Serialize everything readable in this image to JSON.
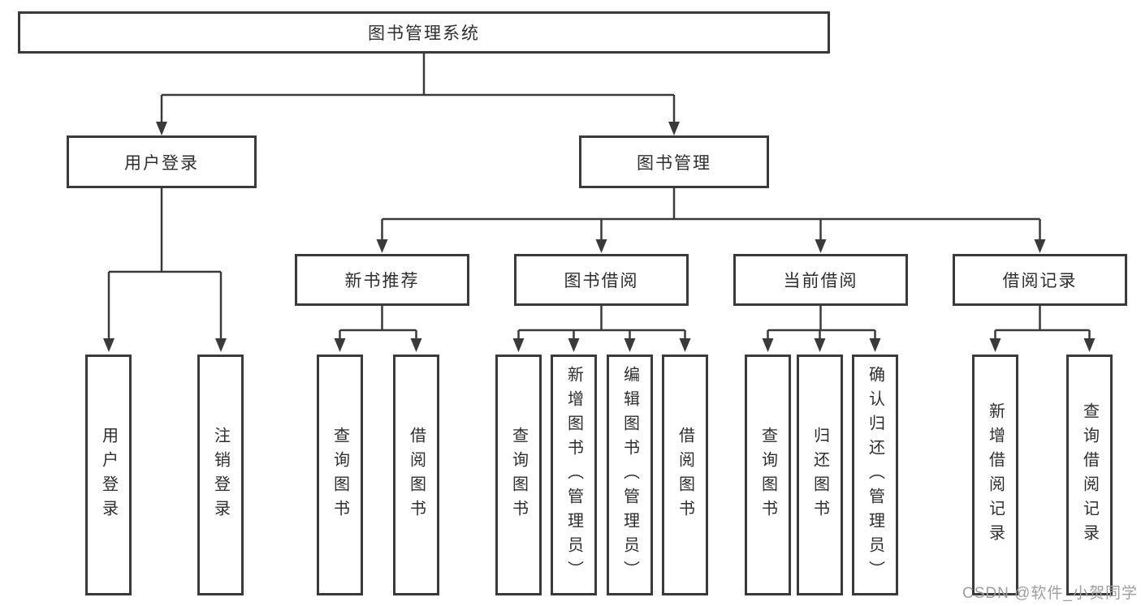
{
  "diagram": {
    "root_label": "图书管理系统",
    "branches": [
      {
        "label": "用户登录",
        "children": [
          {
            "label": "用户登录"
          },
          {
            "label": "注销登录"
          }
        ]
      },
      {
        "label": "图书管理",
        "children": [
          {
            "label": "新书推荐",
            "children": [
              {
                "label": "查询图书"
              },
              {
                "label": "借阅图书"
              }
            ]
          },
          {
            "label": "图书借阅",
            "children": [
              {
                "label": "查询图书"
              },
              {
                "label": "新增图书（管理员）"
              },
              {
                "label": "编辑图书（管理员）"
              },
              {
                "label": "借阅图书"
              }
            ]
          },
          {
            "label": "当前借阅",
            "children": [
              {
                "label": "查询图书"
              },
              {
                "label": "归还图书"
              },
              {
                "label": "确认归还（管理员）"
              }
            ]
          },
          {
            "label": "借阅记录",
            "children": [
              {
                "label": "新增借阅记录"
              },
              {
                "label": "查询借阅记录"
              }
            ]
          }
        ]
      }
    ]
  },
  "watermark": {
    "text": "CSDN @软件_小贺同学"
  },
  "colors": {
    "line": "#3a3a3a",
    "box_border": "#3a3a3a",
    "text": "#2e2e2e",
    "watermark": "#9e9e9e",
    "background": "#ffffff"
  }
}
